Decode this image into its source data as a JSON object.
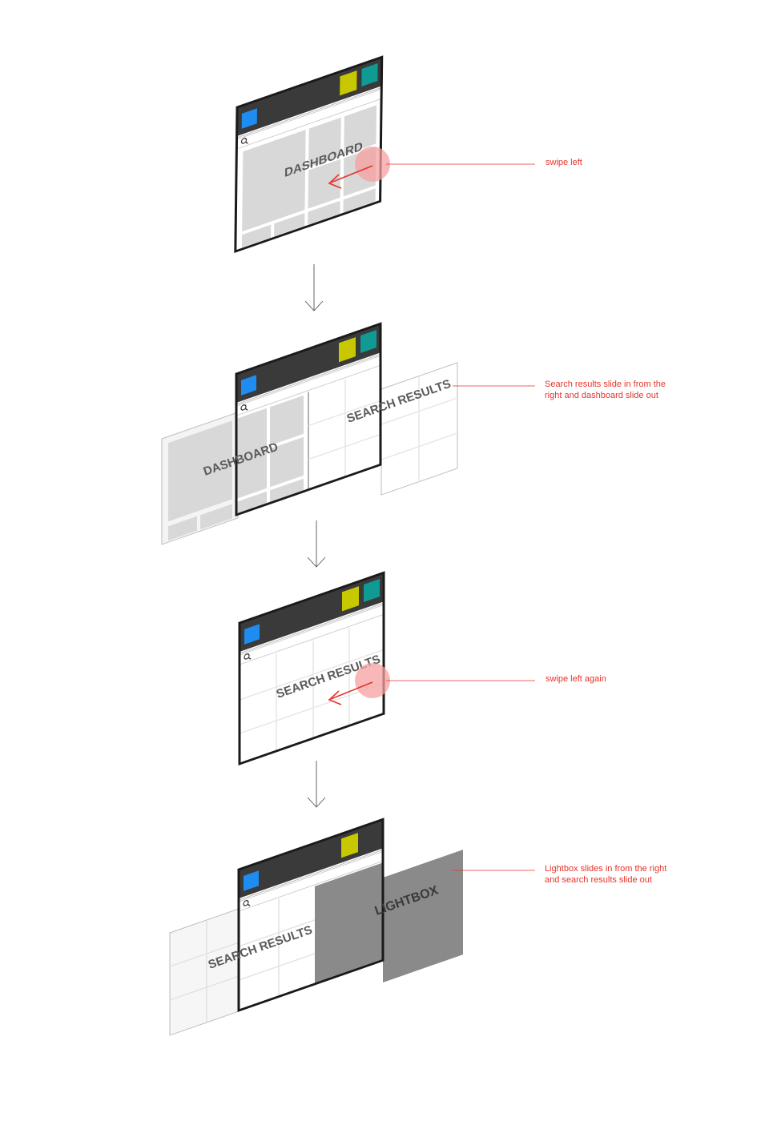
{
  "screens": {
    "dashboard_label": "DASHBOARD",
    "search_results_label": "SEARCH RESULTS",
    "lightbox_label": "LIGHTBOX"
  },
  "annotations": {
    "step1": "swipe left",
    "step2_line1": "Search results slide in from the",
    "step2_line2": "right and dashboard slide out",
    "step3": "swipe left again",
    "step4_line1": "Lightbox slides in from the right",
    "step4_line2": "and search results slide out"
  },
  "colors": {
    "toolbar": "#3a3a3a",
    "brand_blue": "#1e8cf0",
    "accent_yellow": "#c8c800",
    "accent_teal": "#109a94",
    "tile": "#d8d8d8",
    "lightbox": "#8a8a8a",
    "annotation": "#e8332a",
    "touch": "#f5a0a0"
  },
  "icons": [
    "search-icon",
    "app-icon",
    "touch-indicator",
    "arrow-down-icon"
  ]
}
